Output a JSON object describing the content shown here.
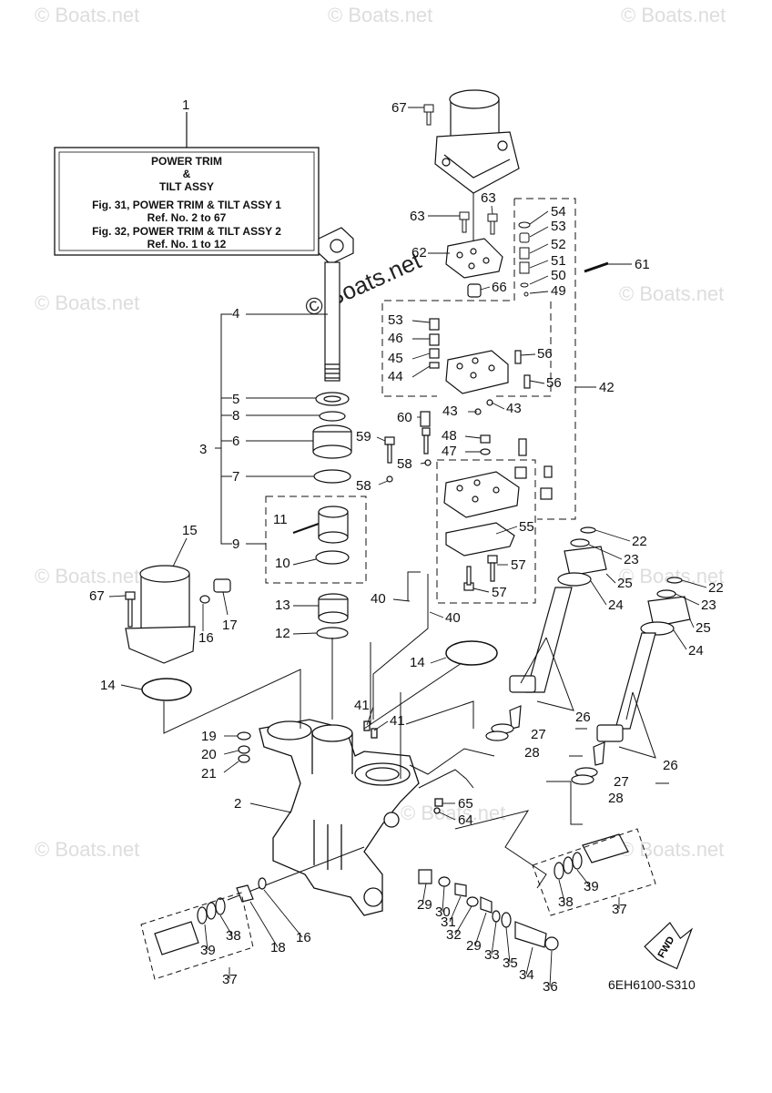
{
  "info_box": {
    "ref": "1",
    "line1": "POWER TRIM",
    "line2": "&",
    "line3": "TILT ASSY",
    "line4": "Fig. 31, POWER TRIM & TILT ASSY 1",
    "line5": "Ref. No. 2 to 67",
    "line6": "Fig. 32, POWER TRIM & TILT ASSY 2",
    "line7": "Ref. No. 1 to 12"
  },
  "watermark": "© Boats.net",
  "diagram_code": "6EH6100-S310",
  "fwd_label": "FWD",
  "labels": {
    "l67a": "67",
    "l63a": "63",
    "l63b": "63",
    "l62": "62",
    "l66": "66",
    "l54": "54",
    "l53a": "53",
    "l52": "52",
    "l51": "51",
    "l50": "50",
    "l49": "49",
    "l61": "61",
    "l53b": "53",
    "l46": "46",
    "l45": "45",
    "l44": "44",
    "l56a": "56",
    "l56b": "56",
    "l43a": "43",
    "l43b": "43",
    "l42": "42",
    "l60": "60",
    "l59": "59",
    "l48": "48",
    "l47": "47",
    "l58a": "58",
    "l58b": "58",
    "l55": "55",
    "l57a": "57",
    "l57b": "57",
    "l40a": "40",
    "l40b": "40",
    "l4": "4",
    "l5": "5",
    "l8": "8",
    "l3": "3",
    "l6": "6",
    "l7": "7",
    "l9": "9",
    "l11": "11",
    "l10": "10",
    "l13": "13",
    "l12": "12",
    "l15": "15",
    "l67b": "67",
    "l16a": "16",
    "l17": "17",
    "l14a": "14",
    "l14b": "14",
    "l22a": "22",
    "l23a": "23",
    "l25a": "25",
    "l24a": "24",
    "l22b": "22",
    "l23b": "23",
    "l25b": "25",
    "l24b": "24",
    "l26a": "26",
    "l27a": "27",
    "l28a": "28",
    "l26b": "26",
    "l27b": "27",
    "l28b": "28",
    "l41a": "41",
    "l41b": "41",
    "l19": "19",
    "l20": "20",
    "l21": "21",
    "l2": "2",
    "l65": "65",
    "l64": "64",
    "l38a": "38",
    "l39a": "39",
    "l37a": "37",
    "l29a": "29",
    "l30": "30",
    "l31": "31",
    "l32": "32",
    "l29b": "29",
    "l33": "33",
    "l35": "35",
    "l34": "34",
    "l36": "36",
    "l18": "18",
    "l16b": "16",
    "l38b": "38",
    "l39b": "39",
    "l37b": "37"
  }
}
